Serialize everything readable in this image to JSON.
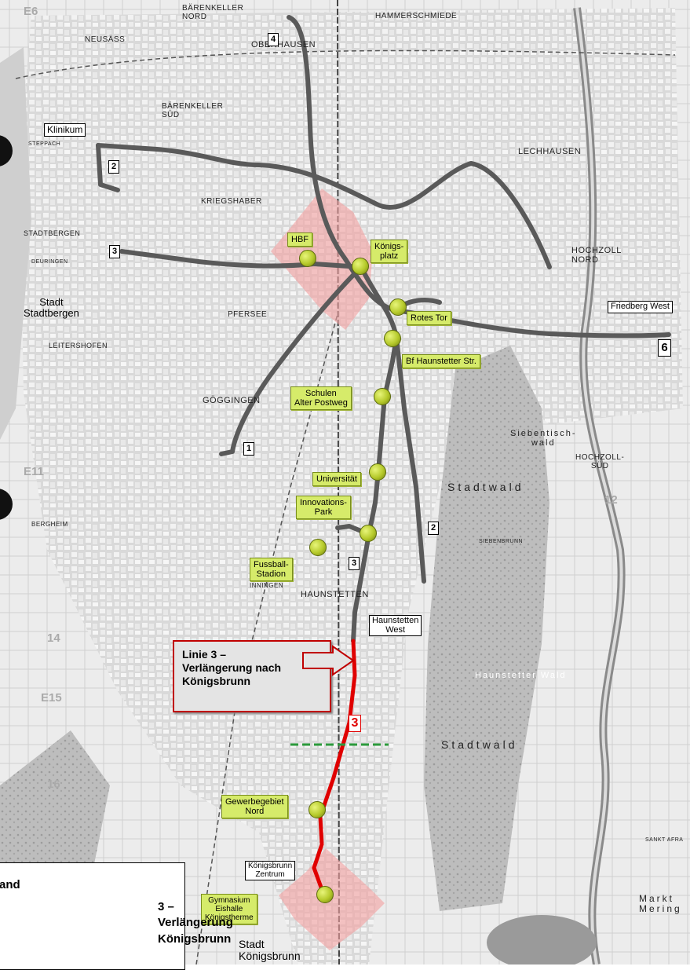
{
  "districts": {
    "barenkeller_nord": "BÄRENKELLER\nNORD",
    "neusass": "NEUSÄSS",
    "oberhausen": "OBERHAUSEN",
    "hammerschmiede": "HAMMERSCHMIEDE",
    "barenkeller_sud": "BÄRENKELLER\nSÜD",
    "lechhausen": "LECHHAUSEN",
    "kriegshaber": "KRIEGSHABER",
    "stadtbergen": "STADTBERGEN",
    "hochzoll_nord": "HOCHZOLL\nNORD",
    "stadt_stadtbergen": "Stadt\nStadtbergen",
    "pfersee": "PFERSEE",
    "leitershofen": "LEITERSHOFEN",
    "goggingen": "GÖGGINGEN",
    "hochzoll_sud": "HOCHZOLL-\nSÜD",
    "bergheim": "BERGHEIM",
    "inningen": "INNINGEN",
    "haunstetten": "HAUNSTETTEN",
    "stadt_konigsbrunn": "Stadt\nKönigsbrunn",
    "sankt_afra": "SANKT AFRA",
    "steppach": "STEPPACH",
    "deuringen": "DEURINGEN",
    "siebenbrunn": "SIEBENBRUNN"
  },
  "forests": {
    "stadtwald_1": "Stadtwald",
    "stadtwald_2": "Stadtwald",
    "siebentisch": "Siebentisch-\nwald",
    "haunstetter_wald": "Haunstetter Wald",
    "markt_mering": "Markt\nMering"
  },
  "stations_white": {
    "klinikum": "Klinikum",
    "friedberg_west": "Friedberg West",
    "haunstetten_west": "Haunstetten\nWest",
    "konigsbrunn_zentrum": "Königsbrunn\nZentrum"
  },
  "stations_green": {
    "hbf": "HBF",
    "konigsplatz": "Königs-\nplatz",
    "rotes_tor": "Rotes Tor",
    "bf_haunstetter": "Bf Haunstetter Str.",
    "schulen": "Schulen\nAlter Postweg",
    "universitat": "Universität",
    "innovationspark": "Innovations-\nPark",
    "fussball": "Fussball-\nStadion",
    "gewerbegebiet": "Gewerbegebiet\nNord",
    "gymnasium": "Gymnasium\nEishalle\nKönigstherme"
  },
  "line_numbers": {
    "l4": "4",
    "l2a": "2",
    "l3a": "3",
    "l6": "6",
    "l1": "1",
    "l2b": "2",
    "l3b": "3",
    "l3red": "3"
  },
  "grid_labels": [
    "E6",
    "E11",
    "14",
    "E15",
    "16",
    "12"
  ],
  "callout": {
    "text": "Linie 3 –\nVerlängerung nach\nKönigsbrunn"
  },
  "legend": {
    "title": "and",
    "item": "3 – Verlängerung\nKönigsbrunn"
  },
  "colors": {
    "tram_line": "#5a5a5a",
    "extension": "#e00000",
    "stop_green": "#b5c92a",
    "label_green": "#d6eb6a",
    "highlight": "#f4a0a0",
    "boundary": "#2c9a3c"
  }
}
